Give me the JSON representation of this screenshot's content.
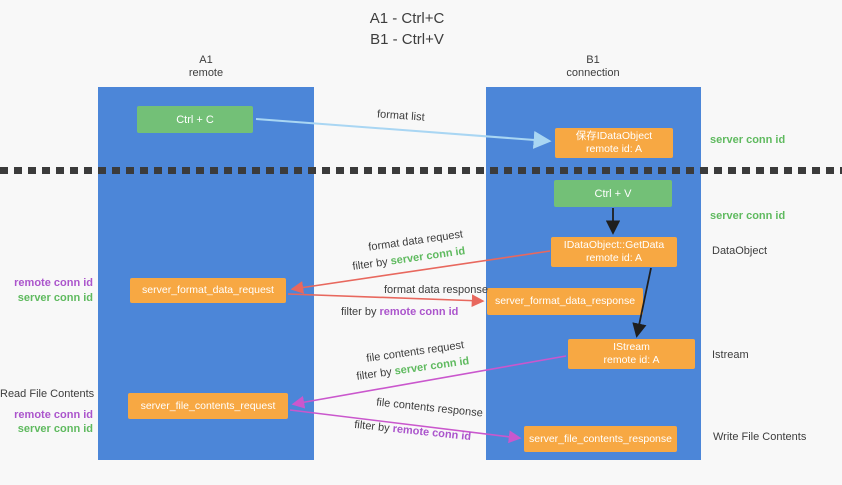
{
  "title": {
    "line1": "A1 - Ctrl+C",
    "line2": "B1 - Ctrl+V"
  },
  "columns": {
    "a1": {
      "name": "A1",
      "subtitle": "remote"
    },
    "b1": {
      "name": "B1",
      "subtitle": "connection"
    }
  },
  "boxes": {
    "ctrl_c": {
      "label": "Ctrl + C"
    },
    "ctrl_v": {
      "label": "Ctrl + V"
    },
    "save_idataobject": {
      "line1": "保存IDataObject",
      "line2": "remote id: A"
    },
    "getdata": {
      "line1": "IDataObject::GetData",
      "line2": "remote id: A"
    },
    "istream": {
      "line1": "IStream",
      "line2": "remote id: A"
    },
    "format_request": {
      "label": "server_format_data_request"
    },
    "format_response": {
      "label": "server_format_data_response"
    },
    "file_request": {
      "label": "server_file_contents_request"
    },
    "file_response": {
      "label": "server_file_contents_response"
    }
  },
  "arrow_labels": {
    "format_list": "format list",
    "format_data_request": "format data request",
    "format_data_response": "format data response",
    "file_contents_request": "file contents request",
    "file_contents_response": "file contents response",
    "filter_by": "filter by"
  },
  "ids": {
    "server_conn": "server conn id",
    "remote_conn": "remote conn id"
  },
  "side_labels": {
    "dataobject": "DataObject",
    "istream": "Istream",
    "read_file_contents": "Read File Contents",
    "write_file_contents": "Write File Contents"
  },
  "colors": {
    "column_blue": "#4c86d8",
    "box_green": "#73c077",
    "box_orange": "#f7a843",
    "label_green": "#5fba5f",
    "label_purple": "#ab55cc",
    "arrow_red": "#e8685e",
    "arrow_magenta": "#ca57cd",
    "arrow_blue": "#a9d6f3",
    "arrow_black": "#1f1f1f",
    "text_dark": "#3d3d3d",
    "background": "#f8f8f8"
  }
}
